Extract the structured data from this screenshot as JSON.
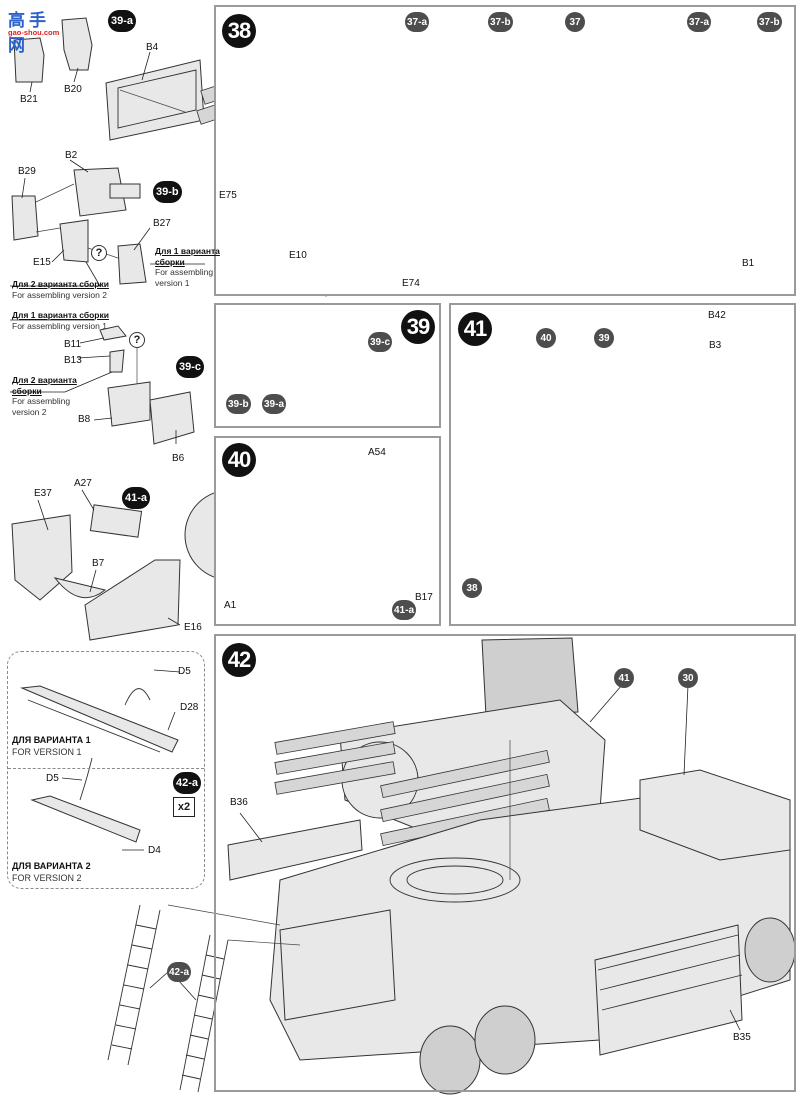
{
  "watermark": {
    "logo_text": "高手网",
    "url": "gao-shou.com"
  },
  "steps": [
    {
      "number": "38",
      "parts": [
        "E75",
        "E10",
        "E74",
        "B1"
      ],
      "sub_assemblies": [
        "37-a",
        "37-b",
        "37",
        "37-a",
        "37-b"
      ]
    },
    {
      "number": "39",
      "sub_assemblies": [
        "39-c",
        "39-b",
        "39-a"
      ]
    },
    {
      "number": "40",
      "parts": [
        "A54",
        "A1",
        "B17"
      ],
      "sub_assemblies": [
        "41-a"
      ]
    },
    {
      "number": "41",
      "parts": [
        "B42",
        "B3"
      ],
      "sub_assemblies": [
        "40",
        "39",
        "38"
      ]
    },
    {
      "number": "42",
      "parts": [
        "B36",
        "B35"
      ],
      "sub_assemblies": [
        "41",
        "30",
        "42-a"
      ]
    }
  ],
  "substeps": {
    "s39a": {
      "label": "39-a",
      "parts": [
        "B4",
        "B21",
        "B20"
      ]
    },
    "s39b": {
      "label": "39-b",
      "parts": [
        "B29",
        "B2",
        "E15",
        "B27"
      ],
      "version1_ru": "Для 1 варианта сборки",
      "version1_ru_line1": "Для 1 варианта",
      "version1_ru_line2": "сборки",
      "version1_en_line1": "For assembling",
      "version1_en_line2": "version 1",
      "version2_ru": "Для 2 варианта сборки",
      "version2_en": "For assembling version 2",
      "question_mark": "?"
    },
    "s39c": {
      "label": "39-c",
      "parts": [
        "B11",
        "B13",
        "B8",
        "B6"
      ],
      "version1_ru": "Для 1 варианта сборки",
      "version1_en": "For assembling version 1",
      "version2_ru_line1": "Для 2 варианта",
      "version2_ru_line2": "сборки",
      "version2_en_line1": "For assembling",
      "version2_en_line2": "version 2",
      "question_mark": "?"
    },
    "s41a": {
      "label": "41-a",
      "parts": [
        "E37",
        "A27",
        "B7",
        "E16"
      ]
    },
    "s42a": {
      "label": "42-a",
      "multiplier": "x2",
      "parts": [
        "D5",
        "D28",
        "D5",
        "D4"
      ],
      "version1_ru": "ДЛЯ ВАРИАНТА 1",
      "version1_en": "FOR VERSION  1",
      "version2_ru": "ДЛЯ ВАРИАНТА 2",
      "version2_en": "FOR VERSION  2"
    }
  }
}
